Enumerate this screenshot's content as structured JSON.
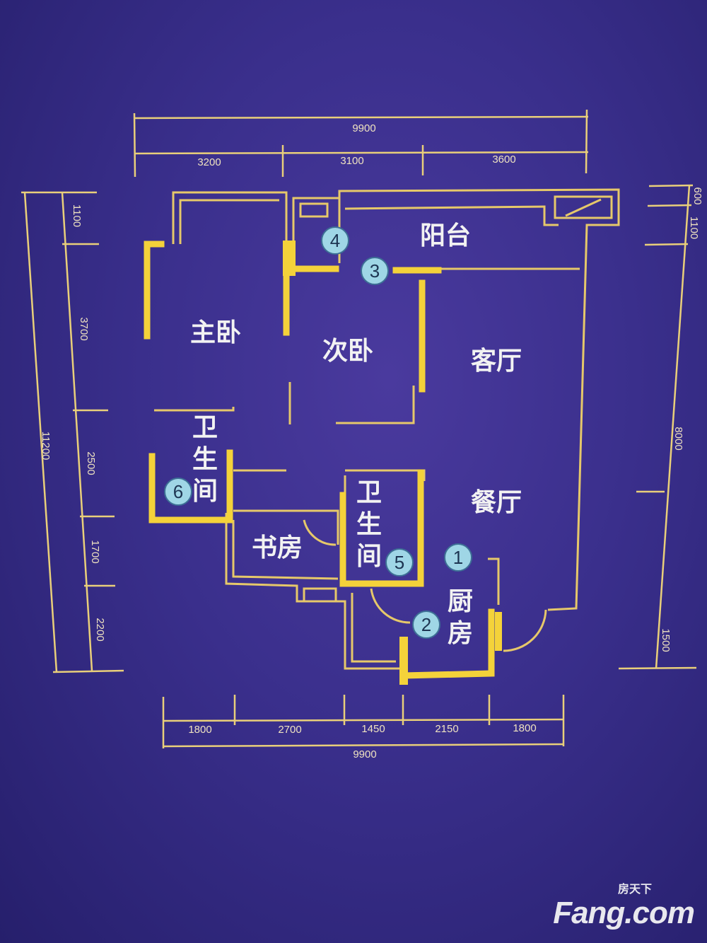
{
  "dimensions": {
    "top_total": "9900",
    "top_segments": [
      "3200",
      "3100",
      "3600"
    ],
    "left_total": "11200",
    "left_segments": [
      "1100",
      "3700",
      "2500",
      "1700",
      "2200"
    ],
    "right_segments": [
      "600",
      "1100",
      "8000",
      "1500"
    ],
    "bottom_segments": [
      "1800",
      "2700",
      "1450",
      "2150",
      "1800"
    ],
    "bottom_total": "9900"
  },
  "rooms": {
    "balcony": "阳台",
    "master_bedroom": "主卧",
    "second_bedroom": "次卧",
    "living_room": "客厅",
    "bathroom_1": [
      "卫",
      "生",
      "间"
    ],
    "dining_room": "餐厅",
    "bathroom_2": [
      "卫",
      "生",
      "间"
    ],
    "study": "书房",
    "kitchen": [
      "厨",
      "房"
    ]
  },
  "markers": [
    "1",
    "2",
    "3",
    "4",
    "5",
    "6"
  ],
  "watermark": {
    "cn": "房天下",
    "en": "Fang.com"
  },
  "colors": {
    "background": "#3a2f8c",
    "wall": "#f4d23a",
    "marker": "#9fd6e6"
  }
}
